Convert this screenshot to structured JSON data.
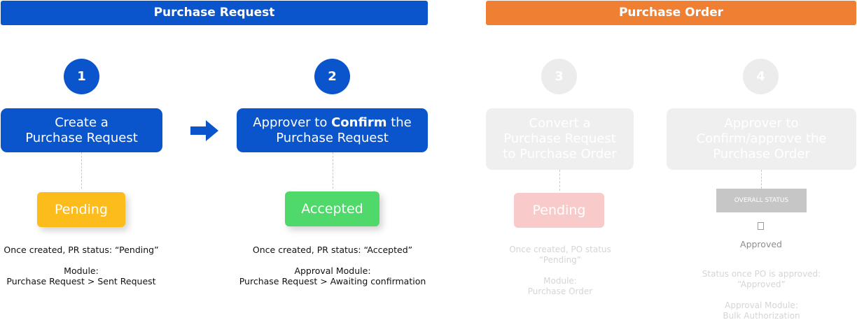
{
  "headers": {
    "purchase_request": "Purchase Request",
    "purchase_order": "Purchase Order"
  },
  "steps": [
    {
      "number": "1",
      "title_lines": [
        "Create a",
        "Purchase Request"
      ],
      "status_badge": "Pending",
      "caption_status": "Once created, PR status: “Pending”",
      "caption_module_label": "Module:",
      "caption_module_path": "Purchase Request > Sent Request"
    },
    {
      "number": "2",
      "title_pre": "Approver to ",
      "title_bold": "Confirm",
      "title_post": " the",
      "title_line2": "Purchase Request",
      "status_badge": "Accepted",
      "caption_status": "Once created, PR status: “Accepted”",
      "caption_module_label": "Approval Module:",
      "caption_module_path": "Purchase Request > Awaiting confirmation"
    },
    {
      "number": "3",
      "title_lines": [
        "Convert a",
        "Purchase Request",
        "to Purchase Order"
      ],
      "status_badge": "Pending",
      "caption_status_lines": [
        "Once created, PO status",
        "“Pending”"
      ],
      "caption_module_label": "Module:",
      "caption_module_path": "Purchase Order"
    },
    {
      "number": "4",
      "title_lines": [
        "Approver to",
        "Confirm/approve the",
        "Purchase Order"
      ],
      "overall_status_label": "OVERALL STATUS",
      "overall_status_value": "Approved",
      "caption_status_lines": [
        "Status once PO is approved:",
        "“Approved”"
      ],
      "caption_module_label": "Approval Module:",
      "caption_module_path": "Bulk Authorization"
    }
  ],
  "colors": {
    "primary_blue": "#0b55cc",
    "orange": "#ee7f33",
    "pending_yellow": "#fbbc1c",
    "accepted_green": "#4fd96b",
    "faded_pink": "#f9caca",
    "faded_gray": "#efefef"
  },
  "icons": {
    "arrow": "arrow-right-icon",
    "checkbox": "checkbox-icon"
  }
}
